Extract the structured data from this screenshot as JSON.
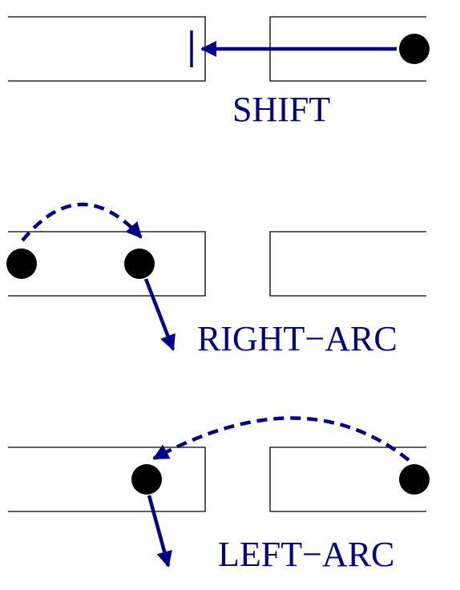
{
  "colors": {
    "arrow": "#00008b",
    "label": "#00008b",
    "node": "#000000",
    "box_stroke": "#000000"
  },
  "panels": [
    {
      "id": "shift",
      "label": "SHIFT"
    },
    {
      "id": "right-arc",
      "label": "RIGHT−ARC"
    },
    {
      "id": "left-arc",
      "label": "LEFT−ARC"
    }
  ]
}
